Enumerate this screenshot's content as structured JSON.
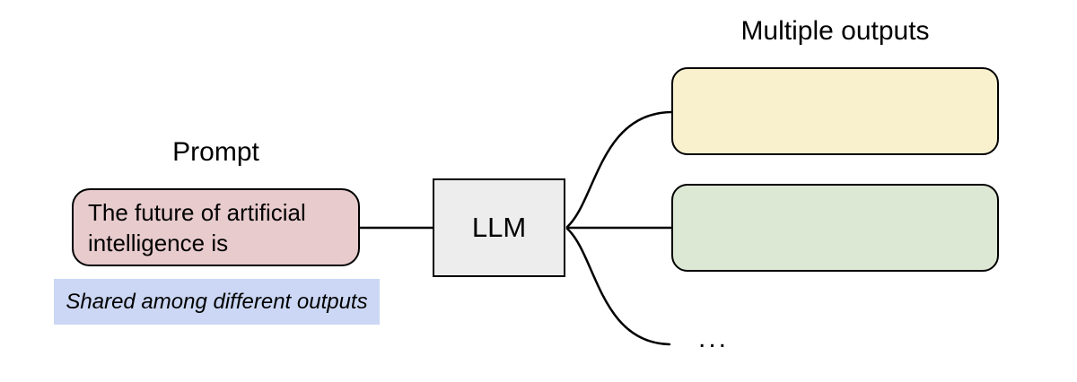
{
  "diagram": {
    "prompt": {
      "label": "Prompt",
      "text": "The future of artificial intelligence is",
      "note": "Shared among different outputs"
    },
    "llm": {
      "label": "LLM"
    },
    "outputs": {
      "label": "Multiple outputs",
      "ellipsis": "..."
    },
    "colors": {
      "background": "#ffffff",
      "stroke": "#000000",
      "text": "#000000",
      "prompt_fill": "#e8cbcd",
      "llm_fill": "#ededed",
      "note_fill": "#cbd7f4",
      "output_fills": [
        "#f9f0ce",
        "#dde8d4"
      ]
    }
  }
}
